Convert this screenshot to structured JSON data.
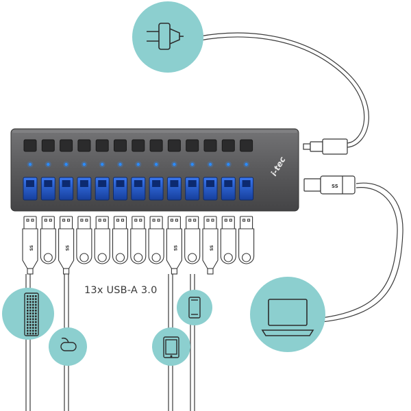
{
  "product": {
    "brand_logo_text": "i-tec",
    "port_count": 13,
    "caption": "13x USB-A 3.0",
    "plug_logo_text": "SS"
  },
  "colors": {
    "circle_fill": "#8ccfcf",
    "hub_body": "#5c5c5e",
    "port_blue": "#1e5bd6",
    "led": "#2a8cff",
    "cable": "#444444"
  },
  "icons": {
    "power_adapter": "power-plug-icon",
    "laptop": "laptop-icon",
    "keyboard": "keyboard-icon",
    "mouse": "mouse-icon",
    "tablet": "tablet-icon",
    "phone": "smartphone-icon"
  }
}
